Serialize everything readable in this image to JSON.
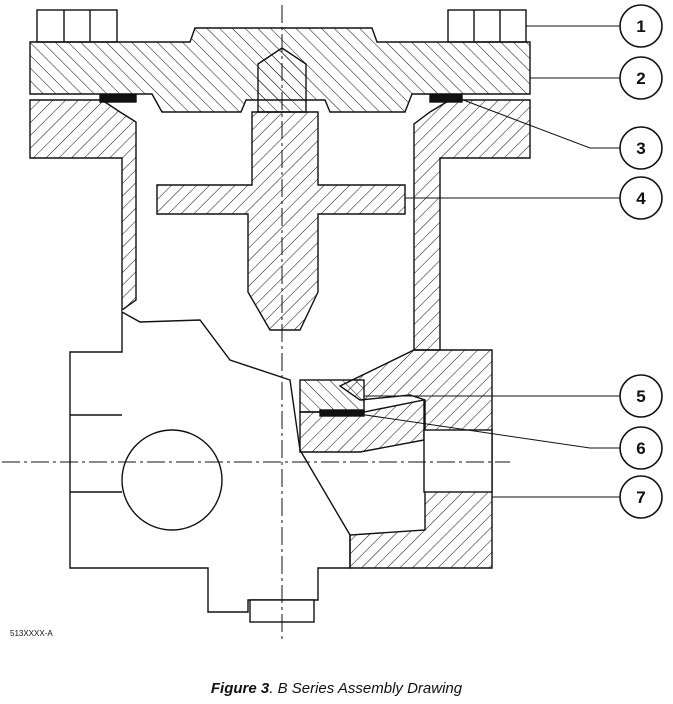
{
  "figure": {
    "caption_label": "Figure 3",
    "caption_text": ". B Series Assembly Drawing"
  },
  "drawing_code": "513XXXX-A",
  "callouts": [
    "1",
    "2",
    "3",
    "4",
    "5",
    "6",
    "7"
  ],
  "colors": {
    "ink": "#111111",
    "background": "#ffffff"
  }
}
